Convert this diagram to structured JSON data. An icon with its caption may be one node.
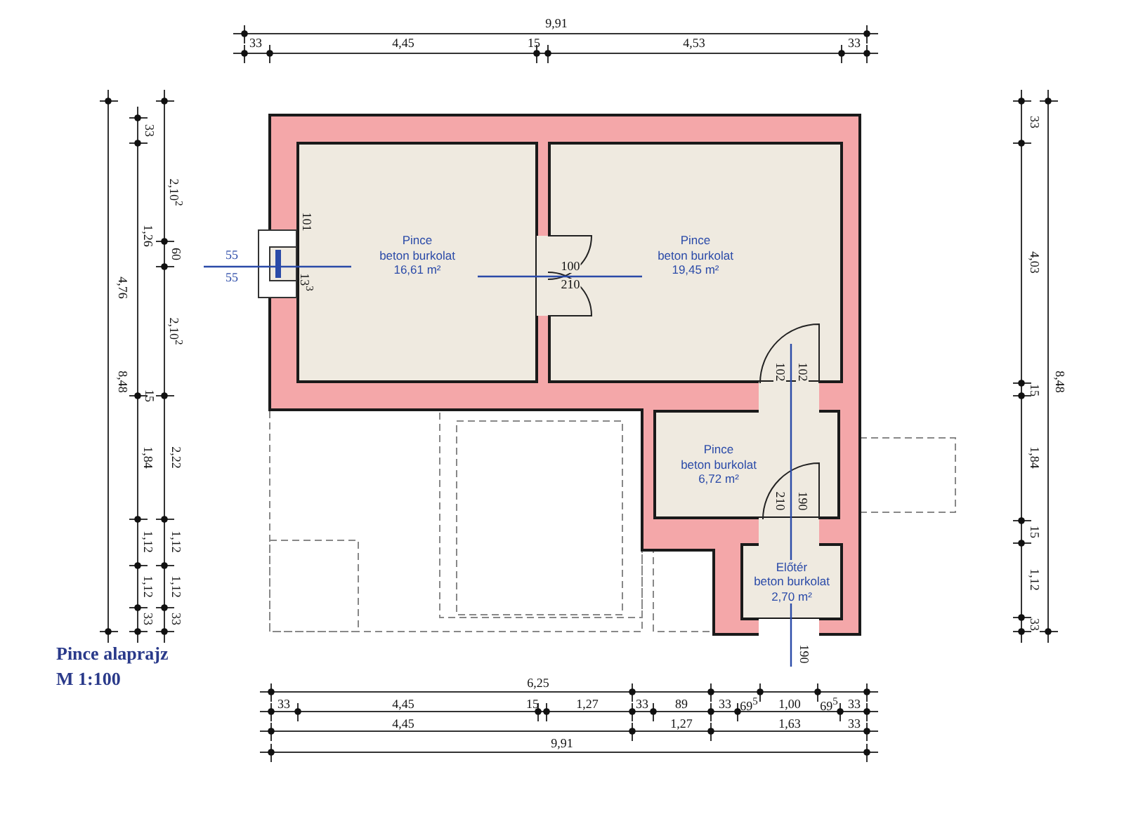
{
  "diagram": {
    "title": "Pince alaprajz",
    "nodes": [
      {
        "text": [
          "Pince",
          "beton burkolat",
          "16,61 m²"
        ]
      },
      {
        "text": [
          "Pince",
          "beton burkolat",
          "19,45 m²"
        ]
      },
      {
        "text": [
          "Pince",
          "beton burkolat",
          "6,72 m²"
        ]
      },
      {
        "text": [
          "Előtér",
          "beton burkolat",
          "2,70 m²"
        ]
      }
    ],
    "labels": [
      "9,91",
      "33",
      "4,45",
      "15",
      "4,53",
      "33",
      "33",
      "2,10$^{2}$",
      "1,26",
      "60",
      "4,76",
      "2,10$^{2}$",
      "8,48",
      "15",
      "1,84",
      "2,22",
      "1,12",
      "1,12",
      "1,12",
      "1,12",
      "33",
      "33",
      "55",
      "55",
      "101",
      "13$^{3}$",
      "100",
      "210",
      "33",
      "4,03",
      "15",
      "1,84",
      "15",
      "1,12",
      "33",
      "8,48",
      "102",
      "102",
      "210",
      "190",
      "190",
      "M 1:100",
      "6,25",
      "33",
      "4,45",
      "15",
      "1,27",
      "33",
      "89",
      "33",
      "69$^{5}$",
      "1,00",
      "69$^{5}$",
      "33",
      "4,45",
      "1,27",
      "1,63",
      "33",
      "9,91"
    ]
  }
}
